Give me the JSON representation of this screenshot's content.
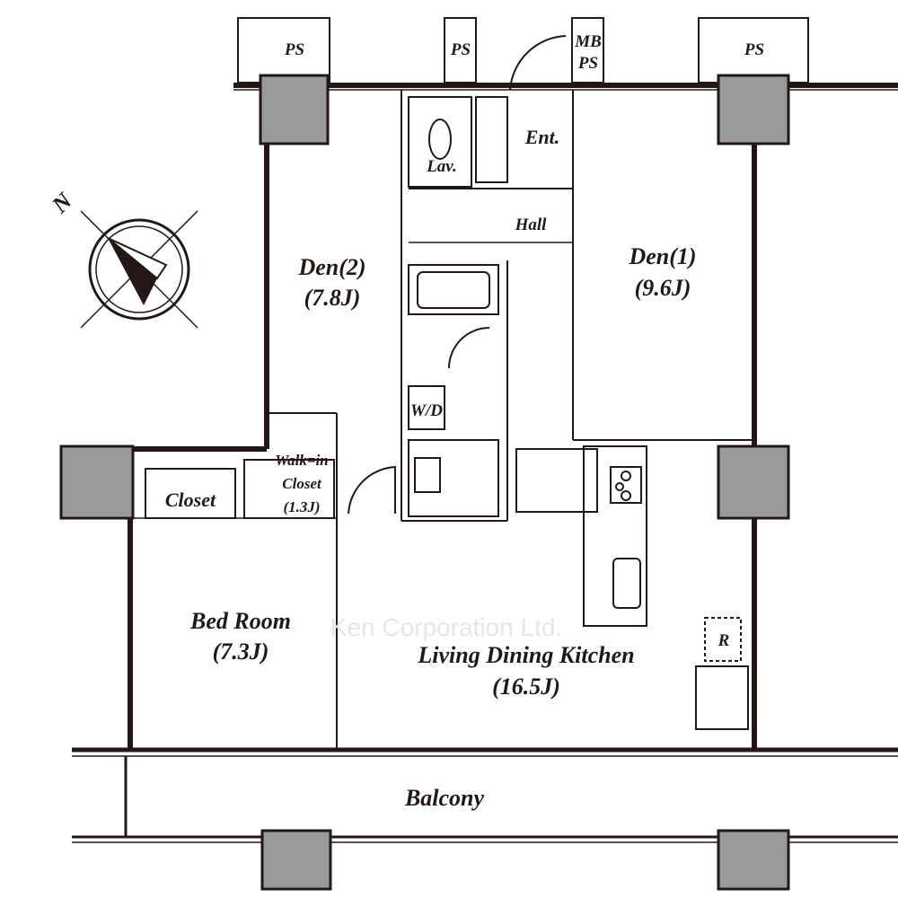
{
  "plan": {
    "watermark": "Ken Corporation Ltd.",
    "north_label": "N",
    "rooms": {
      "ps1": "PS",
      "ps2": "PS",
      "mb": "MB",
      "mbps": "PS",
      "ps3": "PS",
      "entrance": "Ent.",
      "lavatory": "Lav.",
      "hall": "Hall",
      "den2_name": "Den(2)",
      "den2_size": "(7.8J)",
      "den1_name": "Den(1)",
      "den1_size": "(9.6J)",
      "washer_dryer": "W/D",
      "walkin_1": "Walk=in",
      "walkin_2": "Closet",
      "walkin_size": "(1.3J)",
      "closet": "Closet",
      "bedroom_name": "Bed Room",
      "bedroom_size": "(7.3J)",
      "ldk_name": "Living Dining Kitchen",
      "ldk_size": "(16.5J)",
      "refrigerator": "R",
      "balcony": "Balcony"
    }
  }
}
